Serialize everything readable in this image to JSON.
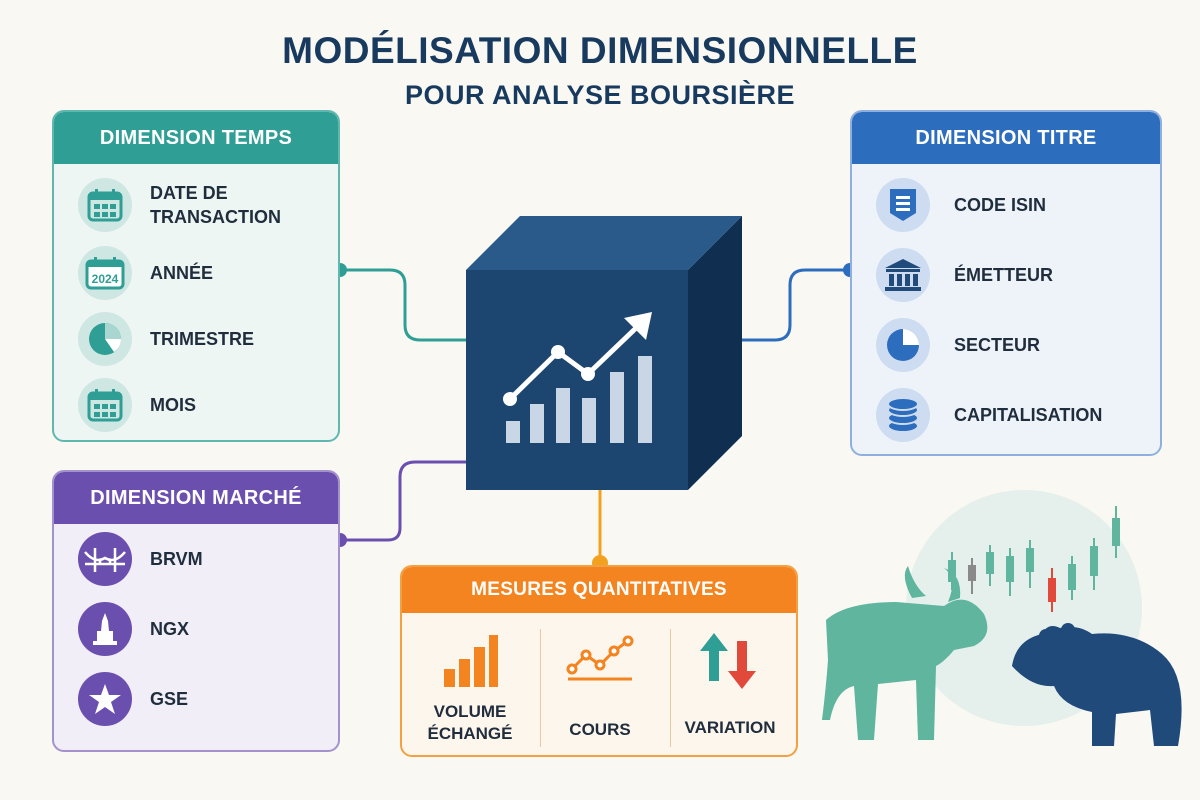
{
  "header": {
    "title": "MODÉLISATION DIMENSIONNELLE",
    "subtitle": "POUR ANALYSE BOURSIÈRE"
  },
  "dimension_temps": {
    "title": "DIMENSION TEMPS",
    "items": [
      {
        "label": "DATE DE TRANSACTION",
        "icon": "calendar-icon"
      },
      {
        "label": "ANNÉE",
        "icon": "calendar-year-icon",
        "badge": "2024"
      },
      {
        "label": "TRIMESTRE",
        "icon": "pie-chart-icon"
      },
      {
        "label": "MOIS",
        "icon": "calendar-icon"
      }
    ]
  },
  "dimension_titre": {
    "title": "DIMENSION TITRE",
    "items": [
      {
        "label": "CODE ISIN",
        "icon": "id-badge-icon"
      },
      {
        "label": "ÉMETTEUR",
        "icon": "bank-icon"
      },
      {
        "label": "SECTEUR",
        "icon": "pie-chart-icon"
      },
      {
        "label": "CAPITALISATION",
        "icon": "coin-stack-icon"
      }
    ]
  },
  "dimension_marche": {
    "title": "DIMENSION MARCHÉ",
    "items": [
      {
        "label": "BRVM",
        "icon": "bridge-icon"
      },
      {
        "label": "NGX",
        "icon": "tower-icon"
      },
      {
        "label": "GSE",
        "icon": "star-icon"
      }
    ]
  },
  "mesures": {
    "title": "MESURES QUANTITATIVES",
    "items": [
      {
        "label": "VOLUME ÉCHANGÉ",
        "icon": "bar-chart-icon"
      },
      {
        "label": "COURS",
        "icon": "line-chart-icon"
      },
      {
        "label": "VARIATION",
        "icon": "up-down-arrows-icon"
      }
    ]
  },
  "colors": {
    "navy": "#173a5e",
    "teal": "#2f9e95",
    "blue": "#2d6dbd",
    "purple": "#6b4fae",
    "orange": "#f3841f",
    "bull": "#5fb59d",
    "bear": "#1f4a7a"
  }
}
